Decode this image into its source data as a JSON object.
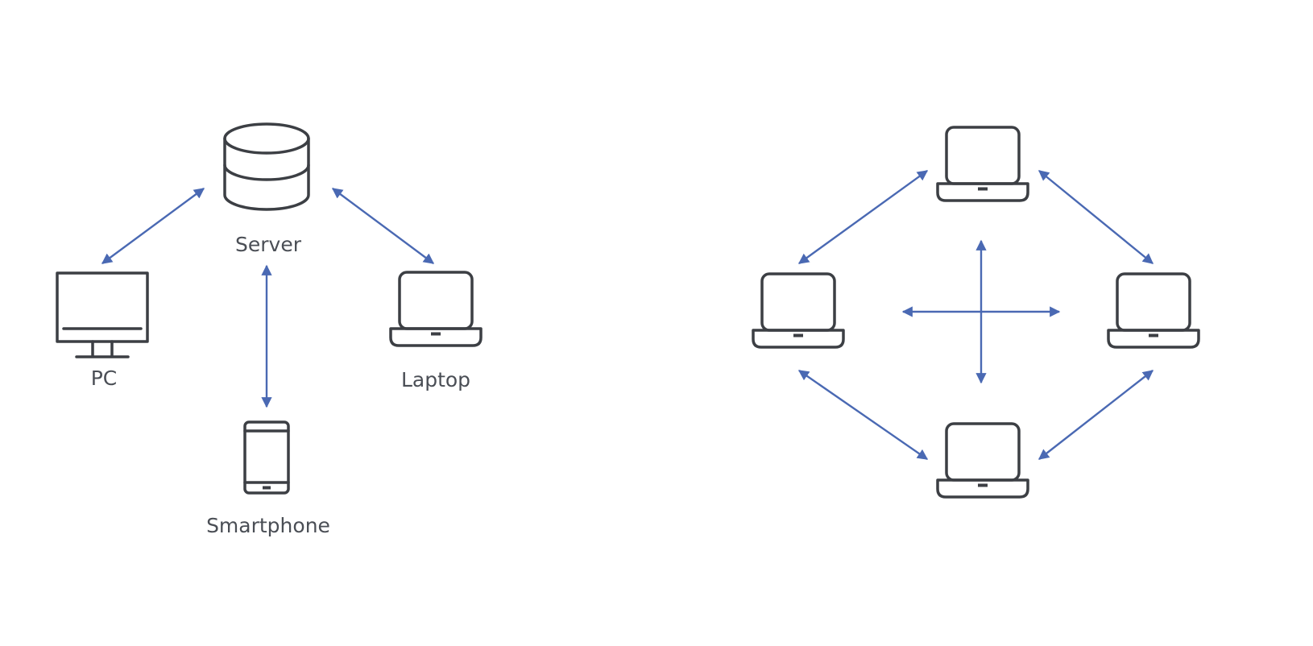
{
  "colors": {
    "edge": "#4a69b3",
    "icon": "#3c3f44",
    "label": "#4a4e55",
    "background": "#ffffff"
  },
  "client_server": {
    "nodes": [
      {
        "id": "server",
        "icon": "database-icon",
        "label": "Server"
      },
      {
        "id": "pc",
        "icon": "monitor-icon",
        "label": "PC"
      },
      {
        "id": "laptop",
        "icon": "laptop-icon",
        "label": "Laptop"
      },
      {
        "id": "smartphone",
        "icon": "smartphone-icon",
        "label": "Smartphone"
      }
    ],
    "edges": [
      {
        "from": "server",
        "to": "pc",
        "direction": "bidirectional"
      },
      {
        "from": "server",
        "to": "laptop",
        "direction": "bidirectional"
      },
      {
        "from": "server",
        "to": "smartphone",
        "direction": "bidirectional"
      }
    ]
  },
  "peer_to_peer": {
    "nodes": [
      {
        "id": "peer-top",
        "icon": "laptop-icon",
        "label": ""
      },
      {
        "id": "peer-left",
        "icon": "laptop-icon",
        "label": ""
      },
      {
        "id": "peer-right",
        "icon": "laptop-icon",
        "label": ""
      },
      {
        "id": "peer-bottom",
        "icon": "laptop-icon",
        "label": ""
      }
    ],
    "edges": [
      {
        "from": "peer-left",
        "to": "peer-top",
        "direction": "bidirectional"
      },
      {
        "from": "peer-top",
        "to": "peer-right",
        "direction": "bidirectional"
      },
      {
        "from": "peer-left",
        "to": "peer-bottom",
        "direction": "bidirectional"
      },
      {
        "from": "peer-bottom",
        "to": "peer-right",
        "direction": "bidirectional"
      },
      {
        "from": "peer-top",
        "to": "peer-bottom",
        "direction": "bidirectional"
      },
      {
        "from": "peer-left",
        "to": "peer-right",
        "direction": "bidirectional"
      }
    ]
  }
}
